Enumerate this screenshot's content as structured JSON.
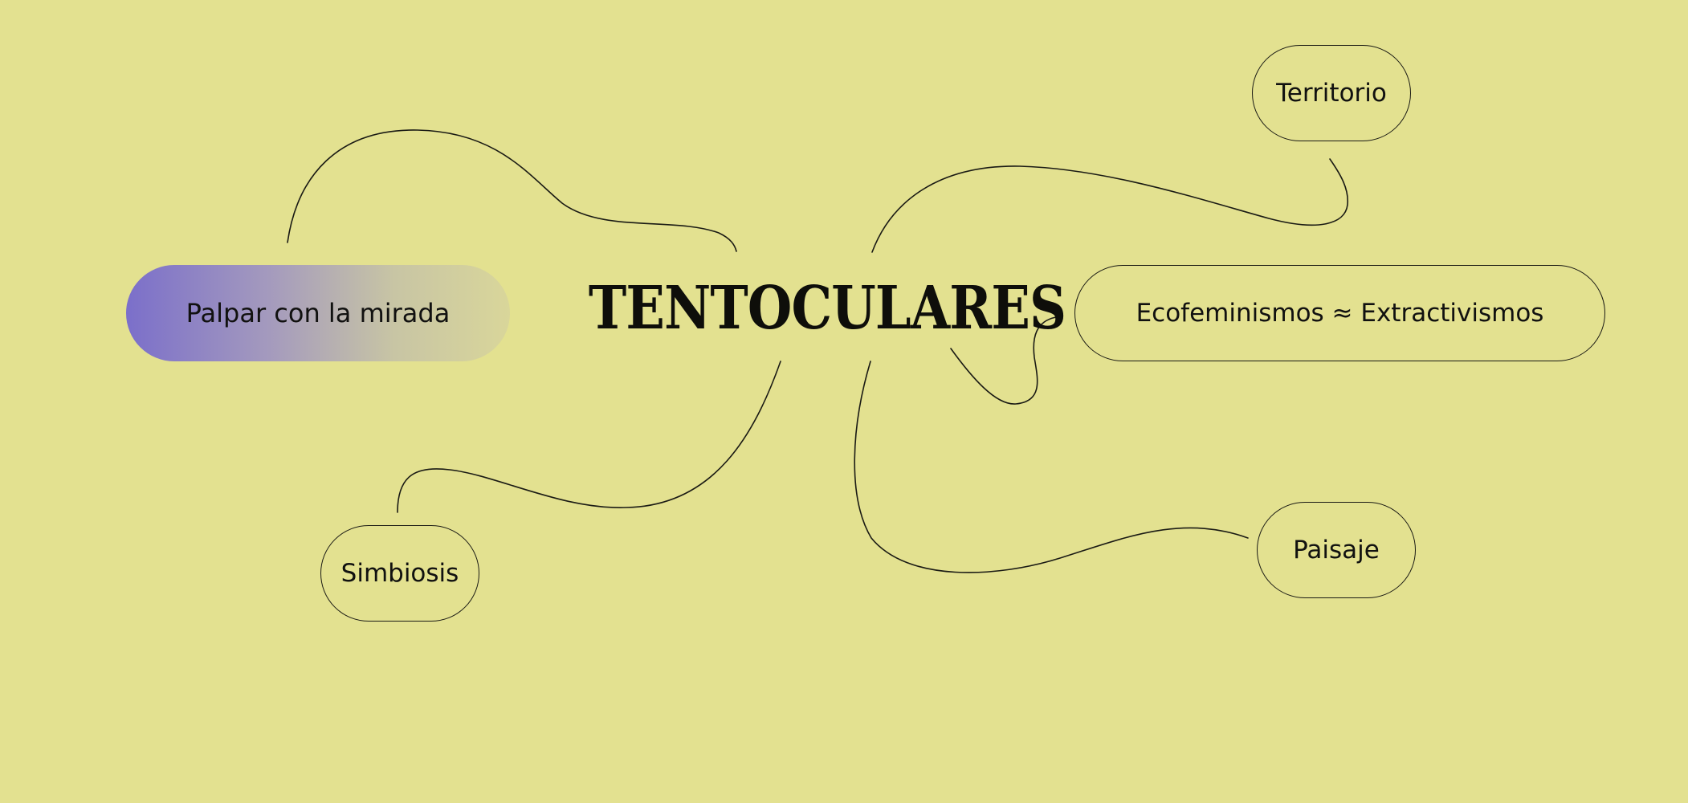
{
  "center": {
    "title": "TENTOCULARES"
  },
  "nodes": {
    "palpar": "Palpar con la mirada",
    "territorio": "Territorio",
    "ecofeminismos": "Ecofeminismos ≈ Extractivismos",
    "simbiosis": "Simbiosis",
    "paisaje": "Paisaje"
  },
  "colors": {
    "background": "#e3e190",
    "ink": "#111110",
    "highlight_start": "#7b6fca",
    "highlight_end": "#d9d69a"
  }
}
